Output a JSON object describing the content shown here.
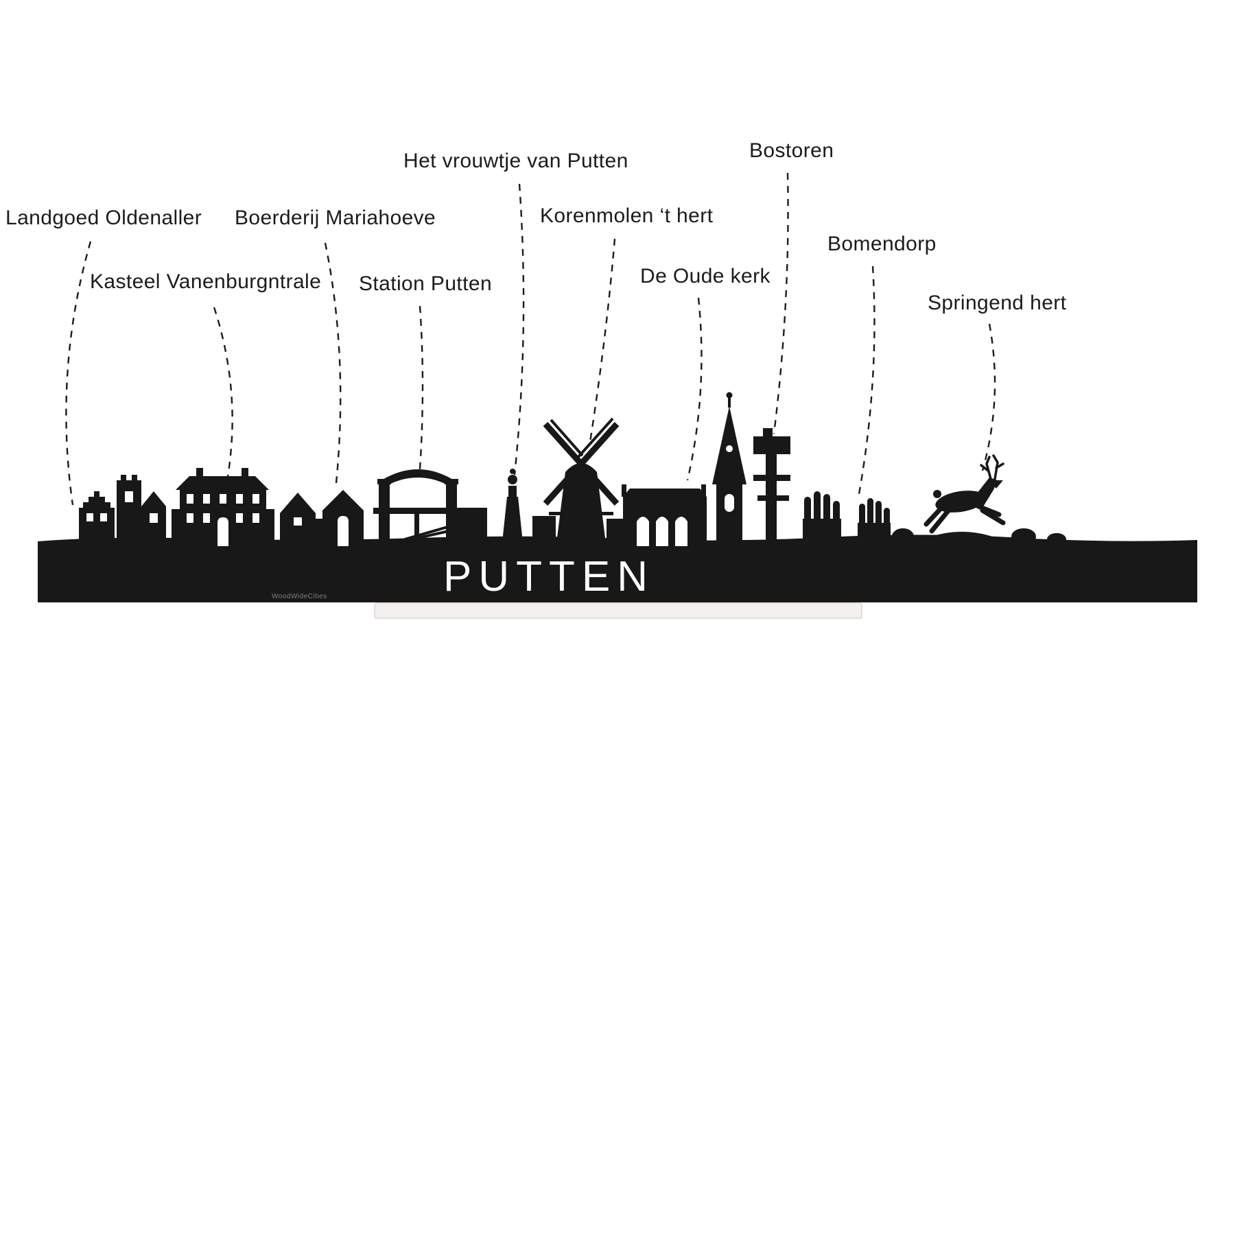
{
  "colors": {
    "silhouette": "#181818",
    "label": "#1b1b1b",
    "cutout": "#ffffff",
    "stand_fill": "#f3f1ef",
    "stand_border": "#d8d5d1"
  },
  "skyline": {
    "name": "PUTTEN",
    "watermark": "WoodWideCities"
  },
  "labels": [
    {
      "id": "landgoed-oldenaller",
      "text": "Landgoed Oldenaller"
    },
    {
      "id": "kasteel-vanenburgntrale",
      "text": "Kasteel Vanenburgntrale"
    },
    {
      "id": "boerderij-mariahoeve",
      "text": "Boerderij Mariahoeve"
    },
    {
      "id": "station-putten",
      "text": "Station Putten"
    },
    {
      "id": "het-vrouwtje-van-putten",
      "text": "Het vrouwtje van Putten"
    },
    {
      "id": "korenmolen-t-hert",
      "text": "Korenmolen ‘t hert"
    },
    {
      "id": "de-oude-kerk",
      "text": "De Oude kerk"
    },
    {
      "id": "bostoren",
      "text": "Bostoren"
    },
    {
      "id": "bomendorp",
      "text": "Bomendorp"
    },
    {
      "id": "springend-hert",
      "text": "Springend hert"
    }
  ]
}
